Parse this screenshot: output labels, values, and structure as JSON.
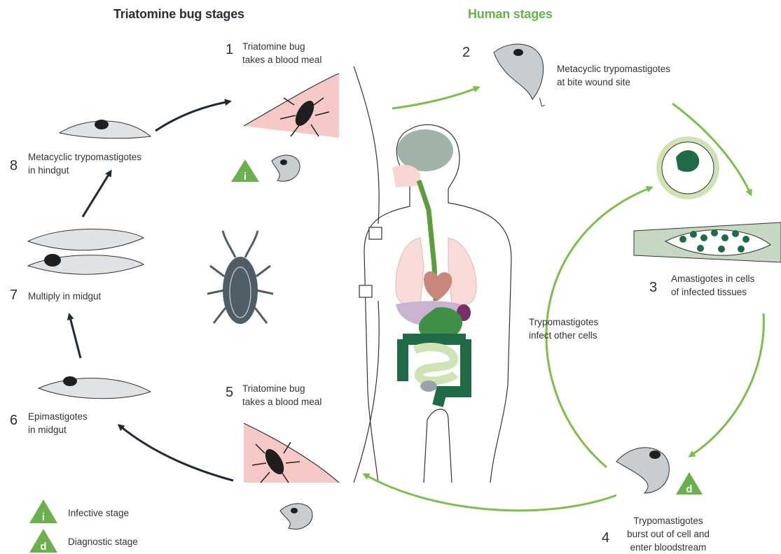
{
  "headers": {
    "bug_stages": "Triatomine bug stages",
    "human_stages": "Human stages"
  },
  "steps": [
    {
      "num": "1",
      "line1": "Triatomine bug",
      "line2": "takes a blood meal"
    },
    {
      "num": "2",
      "line1": "Metacyclic trypomastigotes",
      "line2": "at bite wound site"
    },
    {
      "num": "3",
      "line1": "Amastigotes in cells",
      "line2": "of infected tissues"
    },
    {
      "num": "4",
      "line1": "Trypomastigotes",
      "line2": "burst out of cell and",
      "line3": "enter bloodstream"
    },
    {
      "num": "5",
      "line1": "Triatomine bug",
      "line2": "takes a blood meal"
    },
    {
      "num": "6",
      "line1": "Epimastigotes",
      "line2": "in midgut"
    },
    {
      "num": "7",
      "line1": "Multiply in midgut"
    },
    {
      "num": "8",
      "line1": "Metacyclic trypomastigotes",
      "line2": "in hindgut"
    }
  ],
  "inner_cycle": {
    "line1": "Trypomastigotes",
    "line2": "infect other cells"
  },
  "legend": [
    {
      "symbol": "i",
      "label": "Infective stage"
    },
    {
      "symbol": "d",
      "label": "Diagnostic stage"
    }
  ],
  "colors": {
    "green_arrow": "#7bbf4a",
    "dark_arrow": "#1f2a33",
    "badge_green": "#6ab04c",
    "skin_pink": "#f6c9c6",
    "parasite_grey": "#c8cdd1",
    "tissue_green": "#1e6b45"
  },
  "icons": [
    "triatomine-bug-icon",
    "trypomastigote-icon",
    "epimastigote-icon",
    "amastigote-cell-icon",
    "human-body-icon"
  ]
}
